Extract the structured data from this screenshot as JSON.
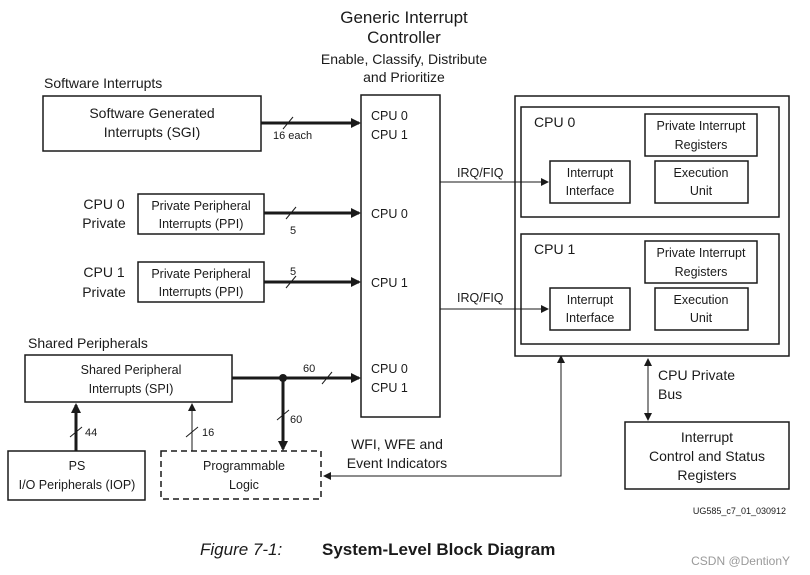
{
  "gic": {
    "title_line1": "Generic Interrupt",
    "title_line2": "Controller",
    "subtitle_line1": "Enable, Classify, Distribute",
    "subtitle_line2": "and Prioritize",
    "port_sgi_cpu0": "CPU 0",
    "port_sgi_cpu1": "CPU 1",
    "port_ppi0": "CPU 0",
    "port_ppi1": "CPU 1",
    "port_spi_cpu0": "CPU 0",
    "port_spi_cpu1": "CPU 1"
  },
  "software": {
    "section_label": "Software Interrupts",
    "box_line1": "Software Generated",
    "box_line2": "Interrupts (SGI)",
    "bus_label": "16 each"
  },
  "ppi_cpu0": {
    "label_line1": "CPU 0",
    "label_line2": "Private",
    "box_line1": "Private Peripheral",
    "box_line2": "Interrupts (PPI)",
    "bus_width": "5"
  },
  "ppi_cpu1": {
    "label_line1": "CPU 1",
    "label_line2": "Private",
    "box_line1": "Private Peripheral",
    "box_line2": "Interrupts (PPI)",
    "bus_width": "5"
  },
  "shared": {
    "section_label": "Shared Peripherals",
    "box_line1": "Shared Peripheral",
    "box_line2": "Interrupts (SPI)",
    "bus_to_gic": "60",
    "bus_to_pl": "60",
    "bus_from_pl": "16",
    "bus_from_iop": "44"
  },
  "iop": {
    "line1": "PS",
    "line2": "I/O Peripherals (IOP)"
  },
  "pl": {
    "line1": "Programmable",
    "line2": "Logic"
  },
  "wfi": {
    "line1": "WFI, WFE and",
    "line2": "Event Indicators"
  },
  "cpus": [
    {
      "name": "CPU 0",
      "irq_label": "IRQ/FIQ",
      "interface_line1": "Interrupt",
      "interface_line2": "Interface",
      "regs_line1": "Private Interrupt",
      "regs_line2": "Registers",
      "exec_line1": "Execution",
      "exec_line2": "Unit"
    },
    {
      "name": "CPU 1",
      "irq_label": "IRQ/FIQ",
      "interface_line1": "Interrupt",
      "interface_line2": "Interface",
      "regs_line1": "Private Interrupt",
      "regs_line2": "Registers",
      "exec_line1": "Execution",
      "exec_line2": "Unit"
    }
  ],
  "cpu_bus": {
    "line1": "CPU Private",
    "line2": "Bus"
  },
  "icsr": {
    "line1": "Interrupt",
    "line2": "Control and Status",
    "line3": "Registers"
  },
  "figure": {
    "doc_id": "UG585_c7_01_030912",
    "number": "Figure 7-1:",
    "title": "System-Level Block Diagram"
  },
  "watermark": "CSDN @DentionY"
}
